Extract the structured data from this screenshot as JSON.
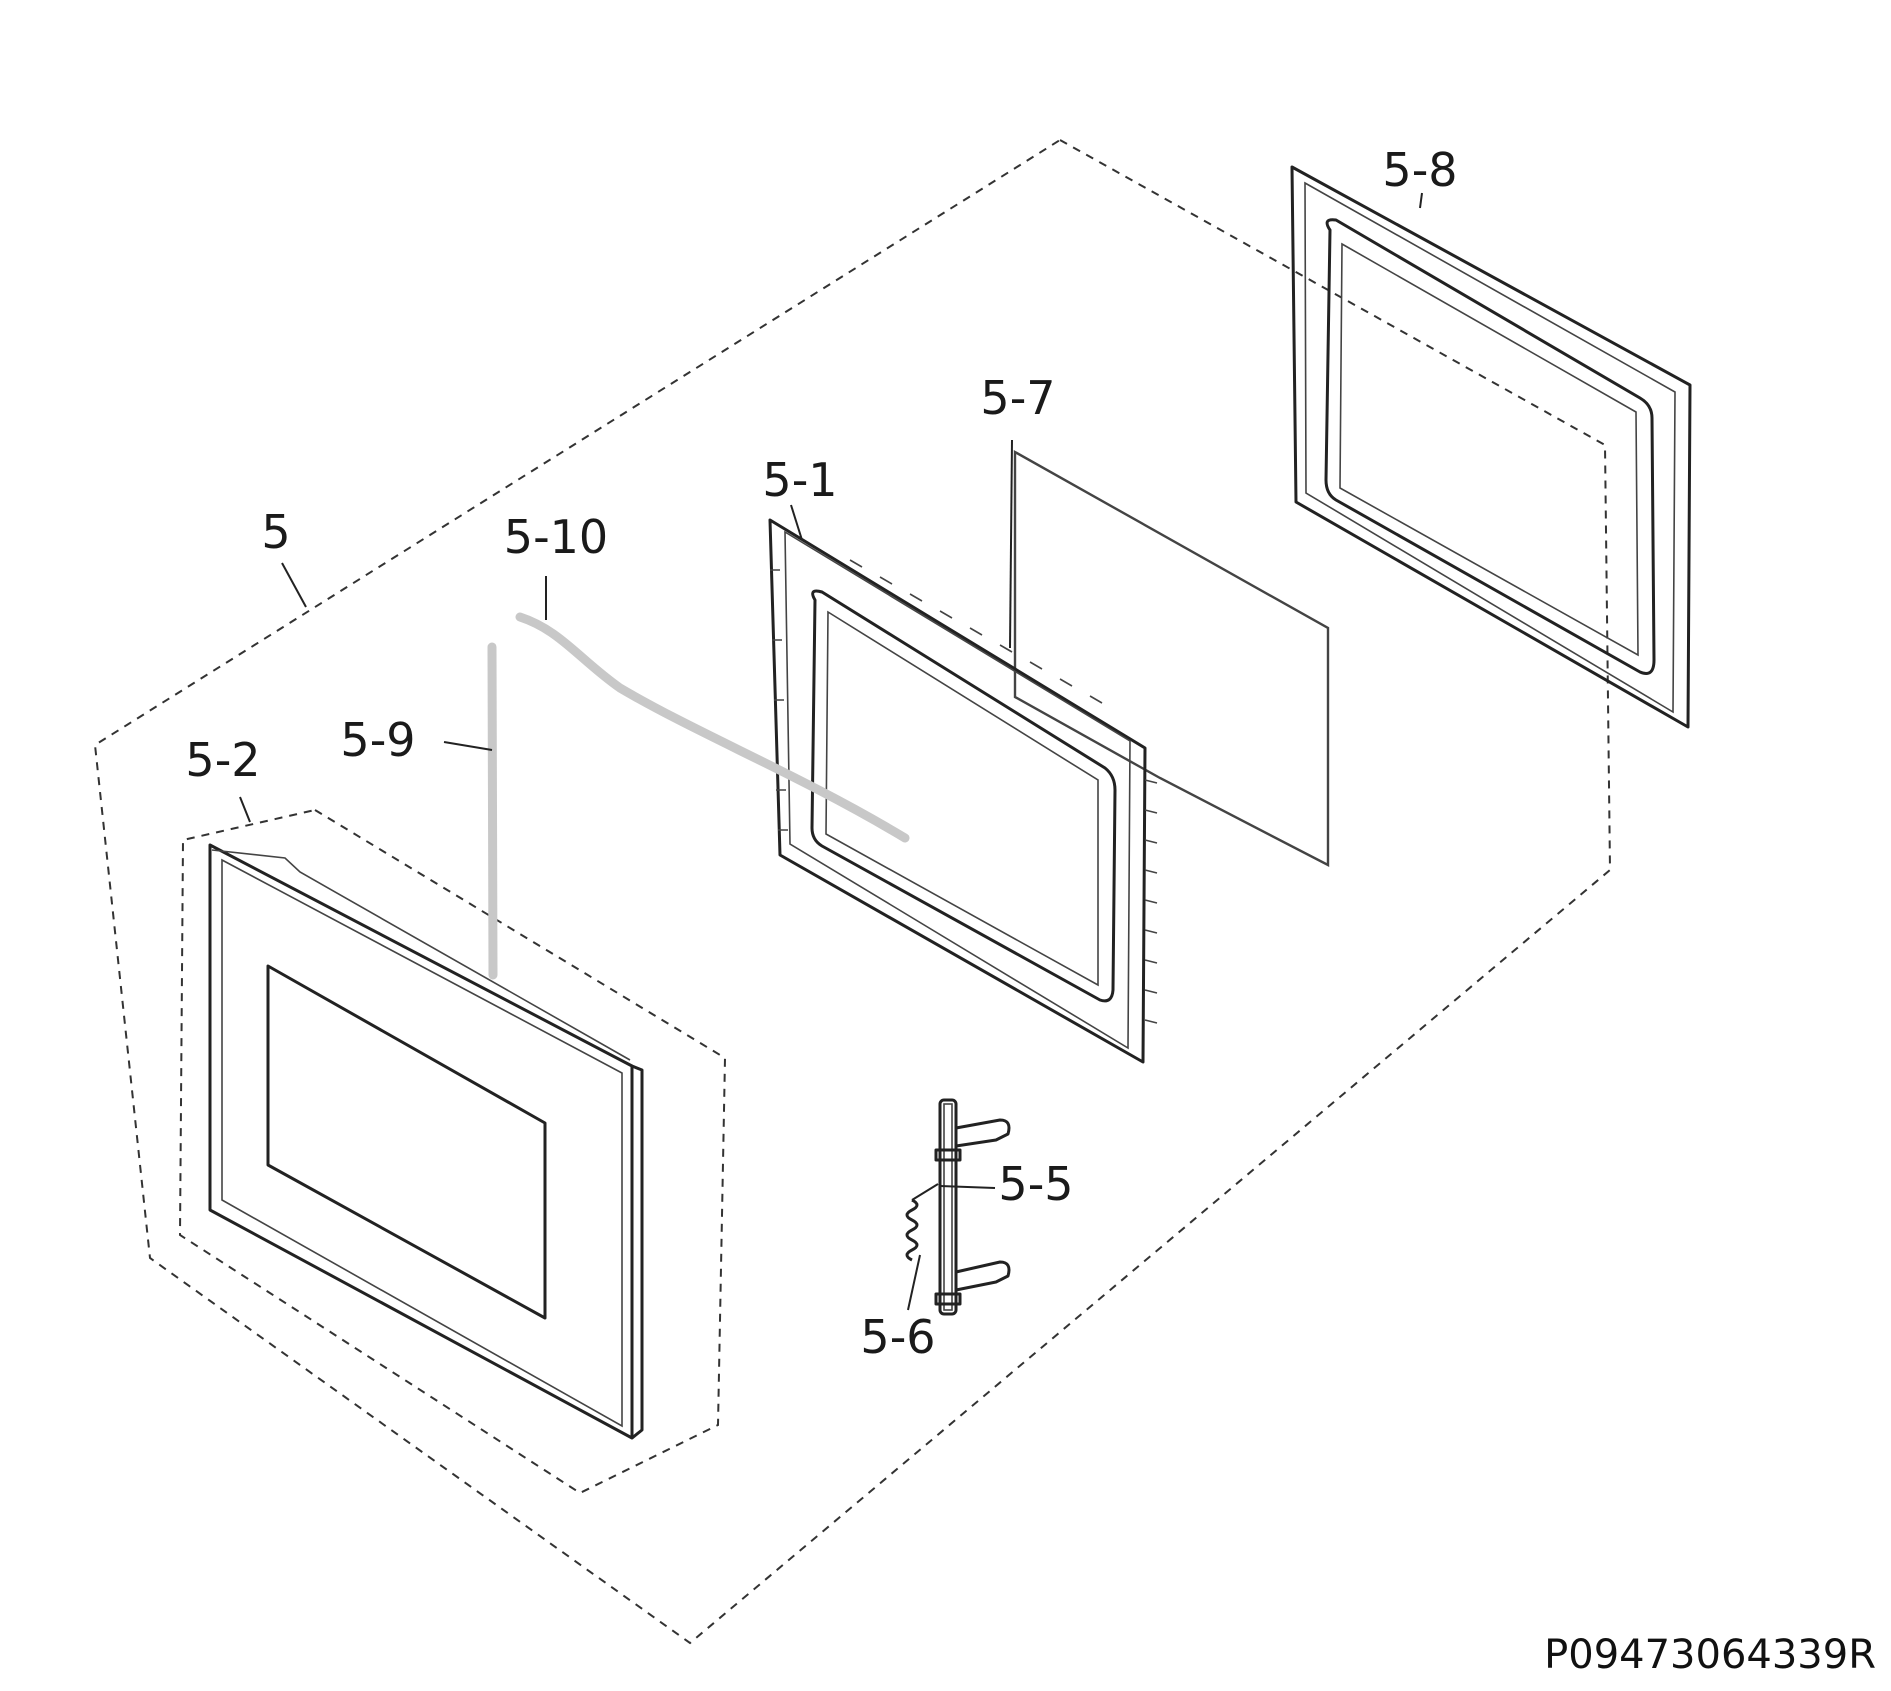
{
  "labels": {
    "assembly": "5",
    "frame": "5-1",
    "door_panel": "5-2",
    "hook": "5-5",
    "spring": "5-6",
    "screen": "5-7",
    "choke_cover": "5-8",
    "seal_vertical": "5-9",
    "seal_horizontal": "5-10"
  },
  "part_code": "P09473064339R"
}
